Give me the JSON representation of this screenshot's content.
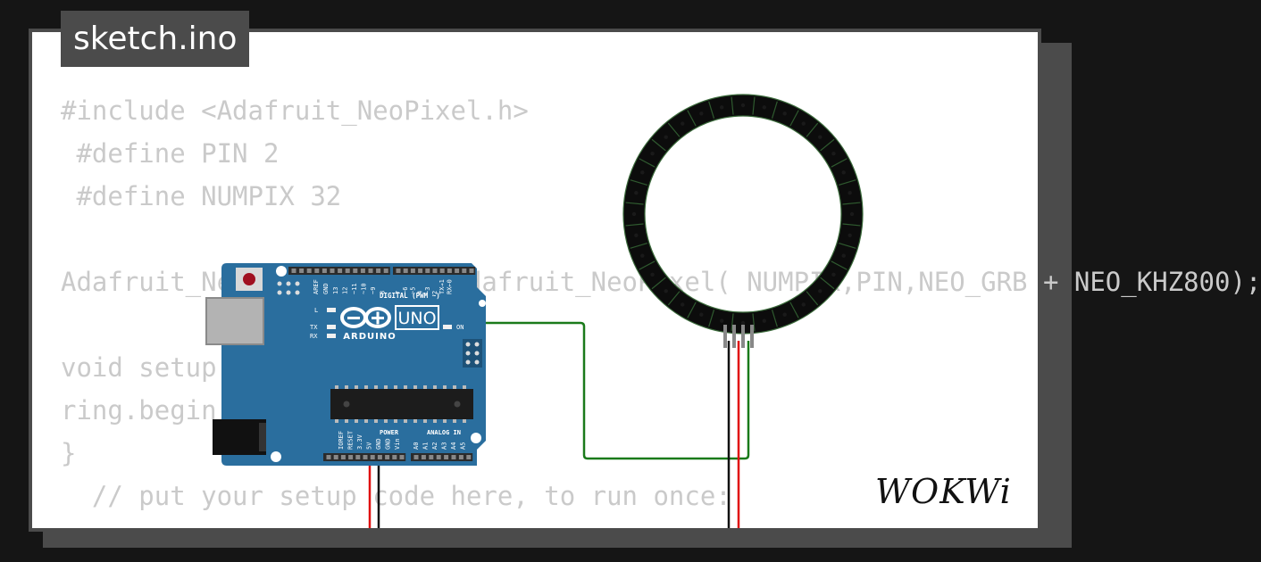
{
  "tab": {
    "title": "sketch.ino"
  },
  "code": {
    "lines": [
      "#include <Adafruit_NeoPixel.h>",
      " #define PIN 2",
      " #define NUMPIX 32",
      "",
      "Adafruit_NeoPixel ring = Adafruit_NeoPixel( NUMPIX,PIN,NEO_GRB + NEO_KHZ800);",
      "",
      "void setup() {",
      "ring.begin();",
      "}",
      "  // put your setup code here, to run once:"
    ]
  },
  "board": {
    "brand": "ARDUINO",
    "model": "UNO",
    "header_top_label": "DIGITAL (PWM ~)",
    "aref_label": "AREF",
    "gnd_label": "GND",
    "digital_labels": [
      "13",
      "12",
      "~11",
      "~10",
      "~9",
      "8",
      "7",
      "~6",
      "~5",
      "4",
      "~3",
      "2",
      "TX→1",
      "RX←0"
    ],
    "led_l_label": "L",
    "led_tx_label": "TX",
    "led_rx_label": "RX",
    "led_on_label": "ON",
    "power_label": "POWER",
    "analog_label": "ANALOG IN",
    "power_pins": [
      "IOREF",
      "RESET",
      "3.3V",
      "5V",
      "GND",
      "GND",
      "Vin"
    ],
    "analog_pins": [
      "A0",
      "A1",
      "A2",
      "A3",
      "A4",
      "A5"
    ]
  },
  "ring": {
    "pixel_count": 32
  },
  "colors": {
    "board_blue": "#2a6e9e",
    "wire_green": "#1a7a1a",
    "wire_red": "#e01010",
    "wire_black": "#111111",
    "code_gray": "#cacaca",
    "frame": "#4b4b4b"
  },
  "logo": {
    "text": "WOKWi"
  }
}
